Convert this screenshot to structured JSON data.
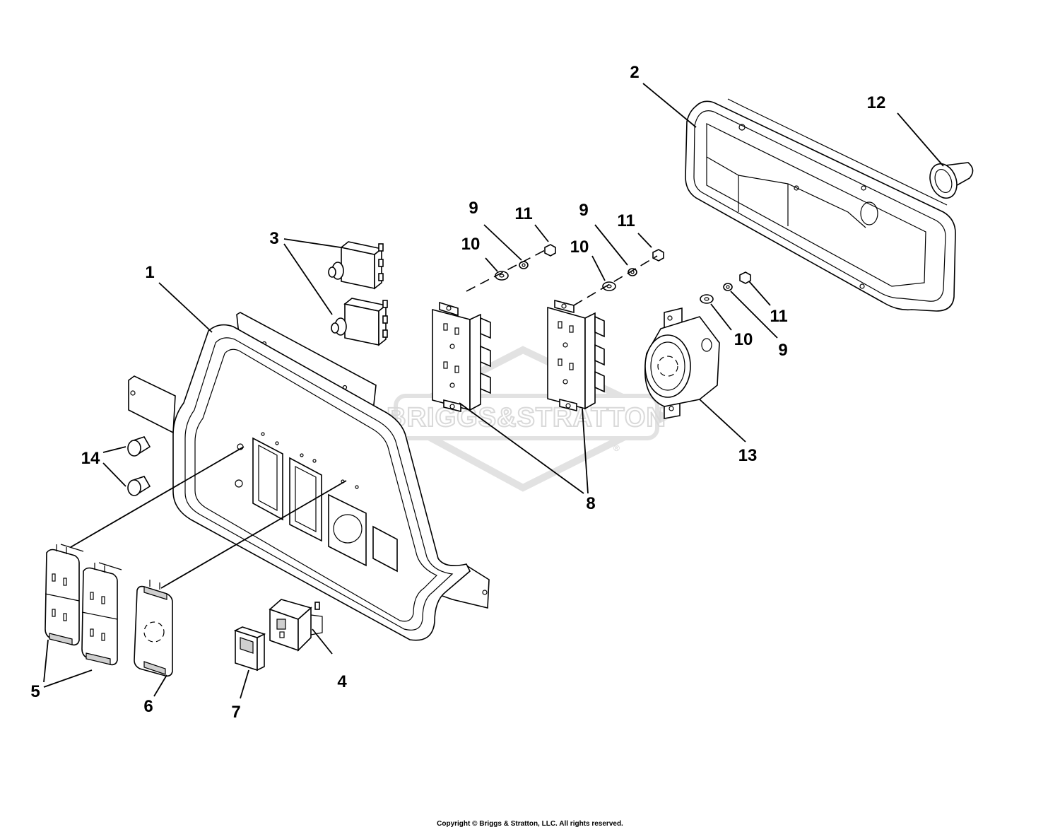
{
  "watermark": {
    "brand_text": "BRIGGS&STRATTON",
    "registered_mark": "®"
  },
  "callouts": [
    {
      "id": "c1",
      "label": "1"
    },
    {
      "id": "c2",
      "label": "2"
    },
    {
      "id": "c3",
      "label": "3"
    },
    {
      "id": "c4",
      "label": "4"
    },
    {
      "id": "c5",
      "label": "5"
    },
    {
      "id": "c6",
      "label": "6"
    },
    {
      "id": "c7",
      "label": "7"
    },
    {
      "id": "c8",
      "label": "8"
    },
    {
      "id": "c9a",
      "label": "9"
    },
    {
      "id": "c9b",
      "label": "9"
    },
    {
      "id": "c9c",
      "label": "9"
    },
    {
      "id": "c10a",
      "label": "10"
    },
    {
      "id": "c10b",
      "label": "10"
    },
    {
      "id": "c10c",
      "label": "10"
    },
    {
      "id": "c11a",
      "label": "11"
    },
    {
      "id": "c11b",
      "label": "11"
    },
    {
      "id": "c11c",
      "label": "11"
    },
    {
      "id": "c12",
      "label": "12"
    },
    {
      "id": "c13",
      "label": "13"
    },
    {
      "id": "c14",
      "label": "14"
    }
  ],
  "footer": {
    "copyright": "Copyright © Briggs & Stratton, LLC. All rights reserved."
  }
}
